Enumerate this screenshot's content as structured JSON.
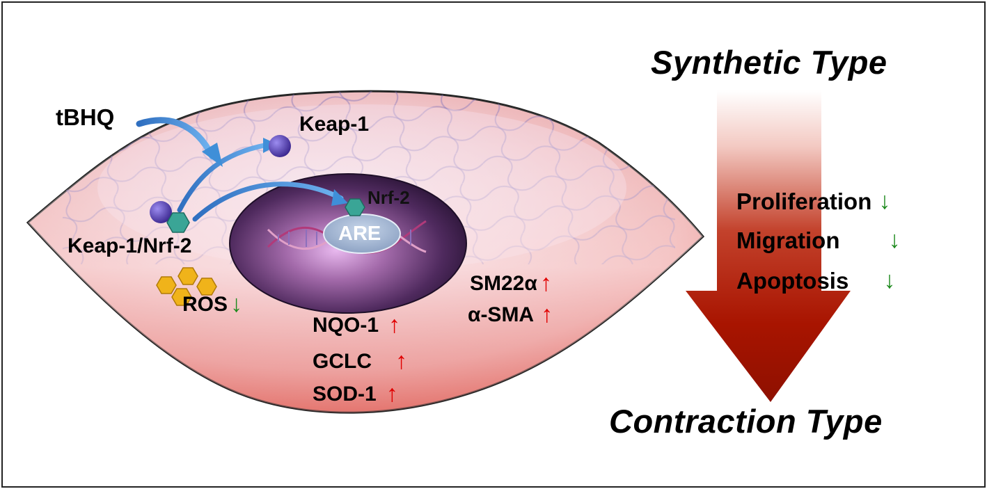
{
  "colors": {
    "cell_fill": "#eaa7a6",
    "cell_edge": "#e06a63",
    "nucleus": "#4a2a5a",
    "nucleus_glow": "#c28ec8",
    "keap_ball": "#5b44b8",
    "nrf_hex": "#3aa596",
    "ros_hex": "#f0b31a",
    "pathway_arrow": "#3f8fd8",
    "big_arrow_dark": "#b01200",
    "up_arrow": "#e00000",
    "down_arrow": "#1e8a1e"
  },
  "labels": {
    "tbhq": "tBHQ",
    "keap1": "Keap-1",
    "nrf2": "Nrf-2",
    "are": "ARE",
    "complex": "Keap-1/Nrf-2",
    "ros": "ROS",
    "nqo1": "NQO-1",
    "gclc": "GCLC",
    "sod1": "SOD-1",
    "sm22a": "SM22α",
    "asma": "α-SMA",
    "synthetic": "Synthetic Type",
    "contraction": "Contraction Type",
    "proliferation": "Proliferation",
    "migration": "Migration",
    "apoptosis": "Apoptosis"
  },
  "markers": {
    "up": "↑",
    "down": "↓"
  },
  "icons": {
    "up": "red-up-arrow-icon",
    "down": "green-down-arrow-icon"
  }
}
